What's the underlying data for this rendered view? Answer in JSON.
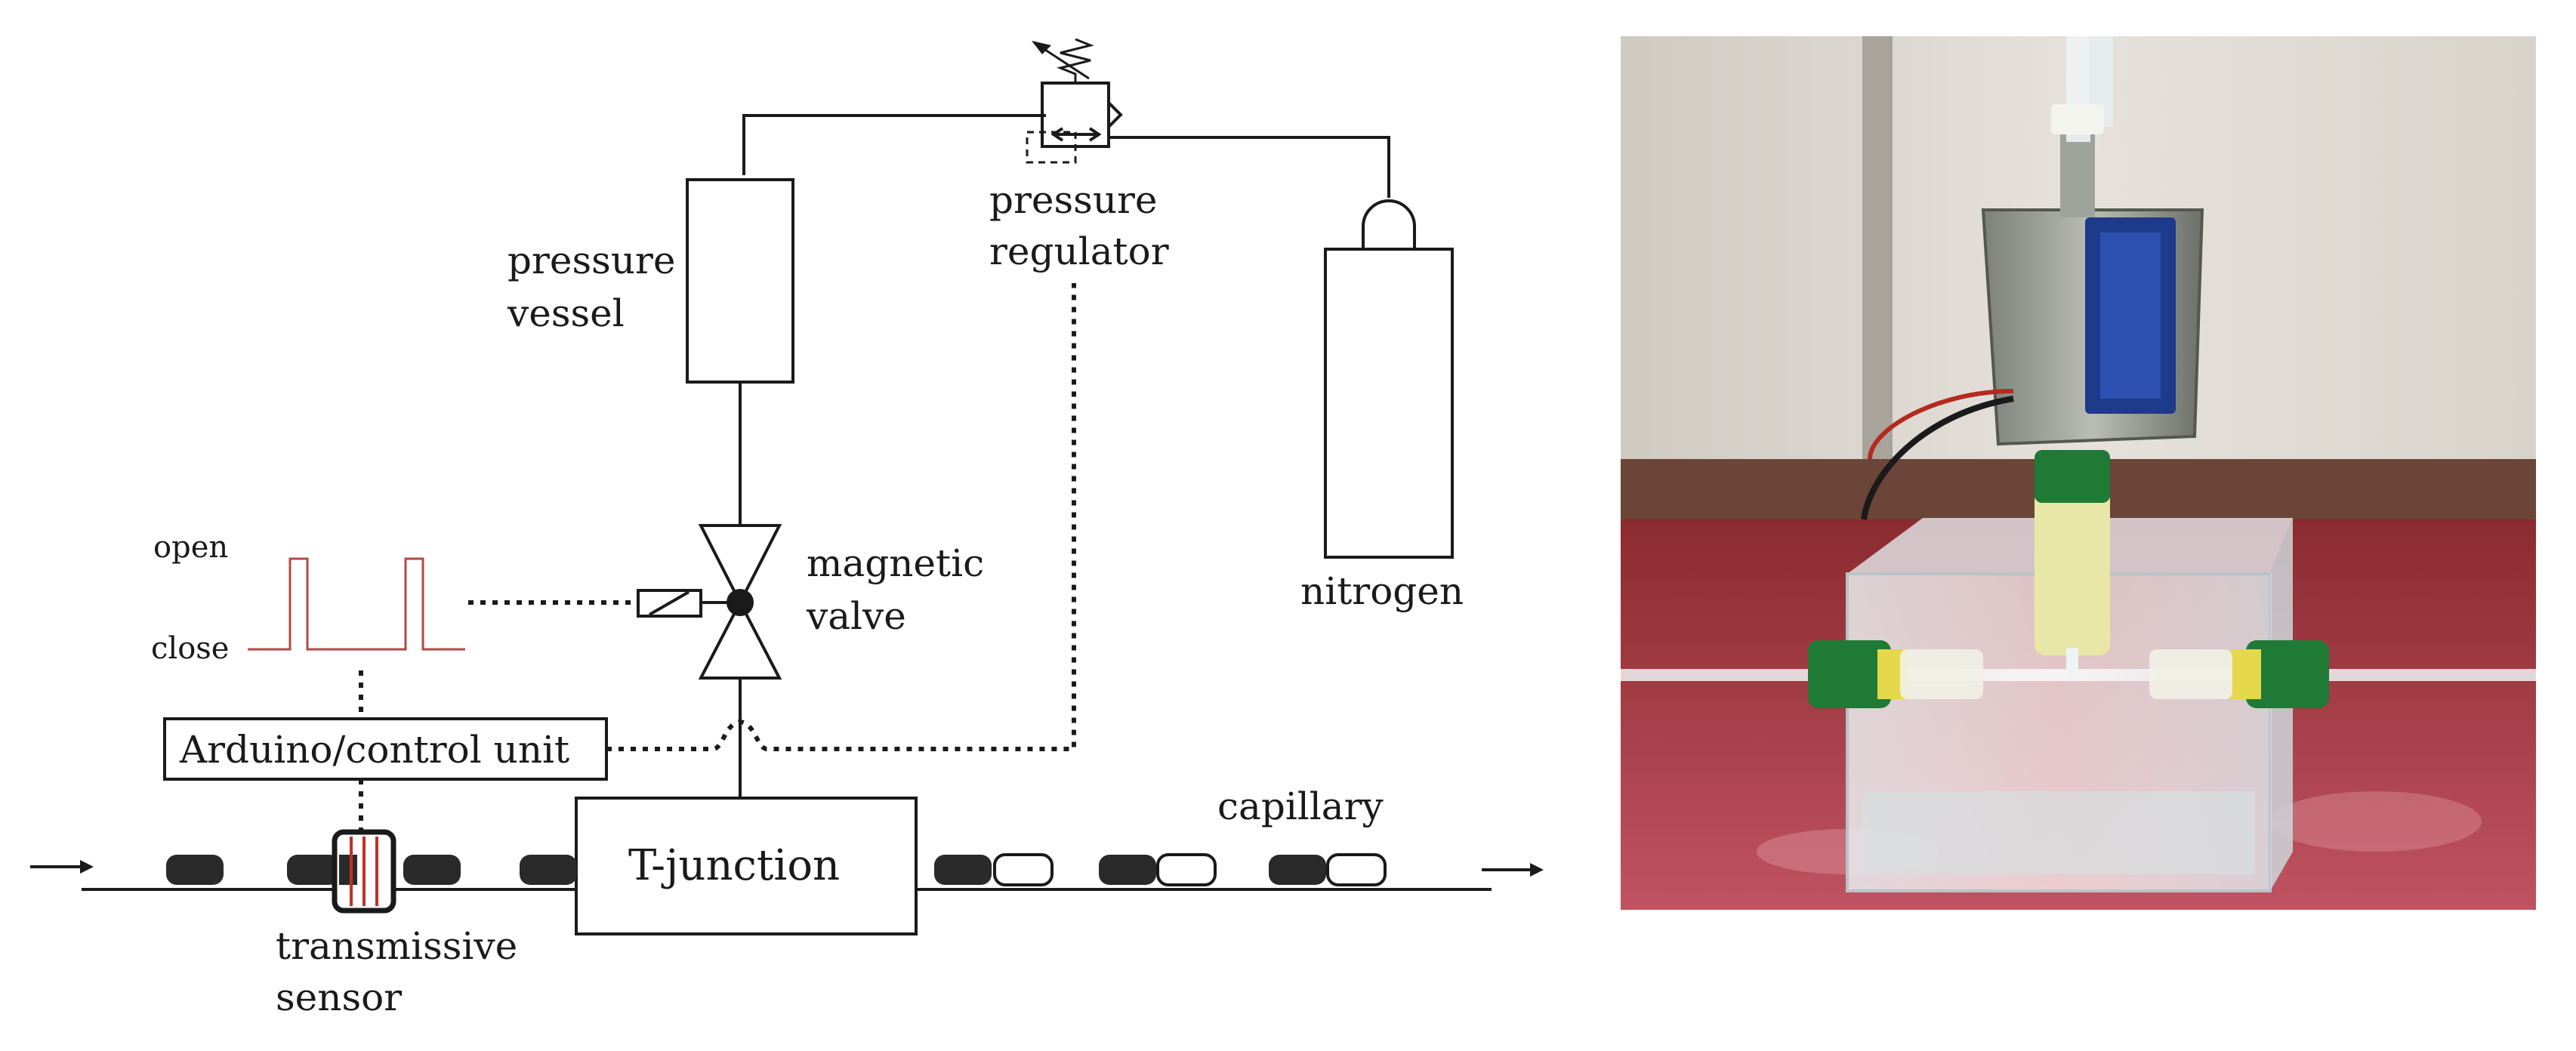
{
  "labels": {
    "pressure_vessel": [
      "pressure",
      "vessel"
    ],
    "pressure_regulator": [
      "pressure",
      "regulator"
    ],
    "nitrogen": "nitrogen",
    "magnetic_valve": [
      "magnetic",
      "valve"
    ],
    "open": "open",
    "close": "close",
    "controller": "Arduino/control unit",
    "t_junction": "T-junction",
    "capillary": "capillary",
    "sensor": [
      "transmissive",
      "sensor"
    ]
  },
  "colors": {
    "line": "#1a1a1a",
    "signal": "#b04a44",
    "sensor_lines": "#c0302a",
    "cap_green": "#1f7a35",
    "solenoid_blue": "#1e3a8a",
    "table_red": "#b3434f"
  }
}
